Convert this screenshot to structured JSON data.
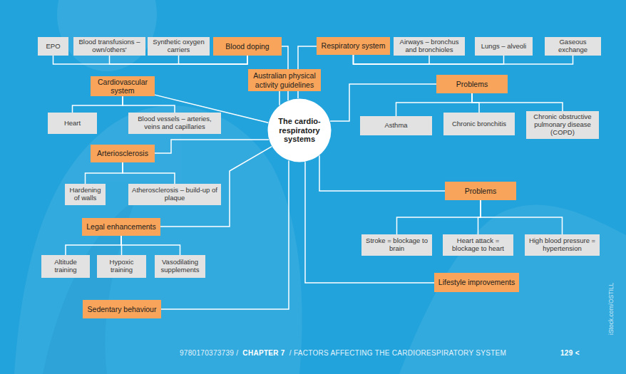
{
  "diagram": {
    "nodes": [
      {
        "text": [
          "EPO"
        ]
      },
      {
        "text": [
          "Blood transfusions – own/others'"
        ]
      },
      {
        "text": [
          "Synthetic oxygen carriers"
        ]
      },
      {
        "text": [
          "Blood doping"
        ]
      },
      {
        "text": [
          "Respiratory system"
        ]
      },
      {
        "text": [
          "Airways – bronchus and bronchioles"
        ]
      },
      {
        "text": [
          "Lungs – alveoli"
        ]
      },
      {
        "text": [
          "Gaseous exchange"
        ]
      },
      {
        "text": [
          "Cardiovascular system"
        ]
      },
      {
        "text": [
          "Australian physical activity guidelines"
        ]
      },
      {
        "text": [
          "Problems"
        ]
      },
      {
        "text": [
          "Heart"
        ]
      },
      {
        "text": [
          "Blood vessels – arteries, veins and capillaries"
        ]
      },
      {
        "text": [
          "The cardio-respiratory systems"
        ]
      },
      {
        "text": [
          "Asthma"
        ]
      },
      {
        "text": [
          "Chronic bronchitis"
        ]
      },
      {
        "text": [
          "Chronic obstructive pulmonary disease (COPD)"
        ]
      },
      {
        "text": [
          "Arteriosclerosis"
        ]
      },
      {
        "text": [
          "Hardening of walls"
        ]
      },
      {
        "text": [
          "Atherosclerosis – build-up of plaque"
        ]
      },
      {
        "text": [
          "Problems"
        ]
      },
      {
        "text": [
          "Legal enhancements"
        ]
      },
      {
        "text": [
          "Stroke = blockage to brain"
        ]
      },
      {
        "text": [
          "Heart attack = blockage to heart"
        ]
      },
      {
        "text": [
          "High blood pressure = hypertension"
        ]
      },
      {
        "text": [
          "Altitude training"
        ]
      },
      {
        "text": [
          "Hypoxic training"
        ]
      },
      {
        "text": [
          "Vasodilating supplements"
        ]
      },
      {
        "text": [
          "Lifestyle improvements"
        ]
      },
      {
        "text": [
          "Sedentary behaviour"
        ]
      }
    ],
    "edges": [
      {
        "from": 13,
        "to": 3,
        "arrow": "none"
      },
      {
        "from": 3,
        "to": 0,
        "arrow": "none"
      },
      {
        "from": 3,
        "to": 1,
        "arrow": "none"
      },
      {
        "from": 3,
        "to": 2,
        "arrow": "none"
      },
      {
        "from": 13,
        "to": 4,
        "arrow": "none"
      },
      {
        "from": 4,
        "to": 5,
        "arrow": "none"
      },
      {
        "from": 4,
        "to": 6,
        "arrow": "none"
      },
      {
        "from": 4,
        "to": 7,
        "arrow": "none"
      },
      {
        "from": 13,
        "to": 8,
        "arrow": "none"
      },
      {
        "from": 8,
        "to": 11,
        "arrow": "none"
      },
      {
        "from": 8,
        "to": 12,
        "arrow": "none"
      },
      {
        "from": 13,
        "to": 9,
        "arrow": "none"
      },
      {
        "from": 13,
        "to": 10,
        "arrow": "none"
      },
      {
        "from": 10,
        "to": 14,
        "arrow": "none"
      },
      {
        "from": 10,
        "to": 15,
        "arrow": "none"
      },
      {
        "from": 10,
        "to": 16,
        "arrow": "none"
      },
      {
        "from": 13,
        "to": 17,
        "arrow": "none"
      },
      {
        "from": 17,
        "to": 18,
        "arrow": "none"
      },
      {
        "from": 17,
        "to": 19,
        "arrow": "none"
      },
      {
        "from": 13,
        "to": 20,
        "arrow": "none"
      },
      {
        "from": 20,
        "to": 22,
        "arrow": "none"
      },
      {
        "from": 20,
        "to": 23,
        "arrow": "none"
      },
      {
        "from": 20,
        "to": 24,
        "arrow": "none"
      },
      {
        "from": 13,
        "to": 21,
        "arrow": "none"
      },
      {
        "from": 21,
        "to": 25,
        "arrow": "none"
      },
      {
        "from": 21,
        "to": 26,
        "arrow": "none"
      },
      {
        "from": 21,
        "to": 27,
        "arrow": "none"
      },
      {
        "from": 13,
        "to": 28,
        "arrow": "none"
      },
      {
        "from": 13,
        "to": 29,
        "arrow": "none"
      }
    ],
    "labels": [
      "9780170373739 /",
      "CHAPTER 7",
      "/ FACTORS AFFECTING THE CARDIORESPIRATORY SYSTEM",
      "129 <",
      "iStock.com/OSTILL"
    ]
  }
}
